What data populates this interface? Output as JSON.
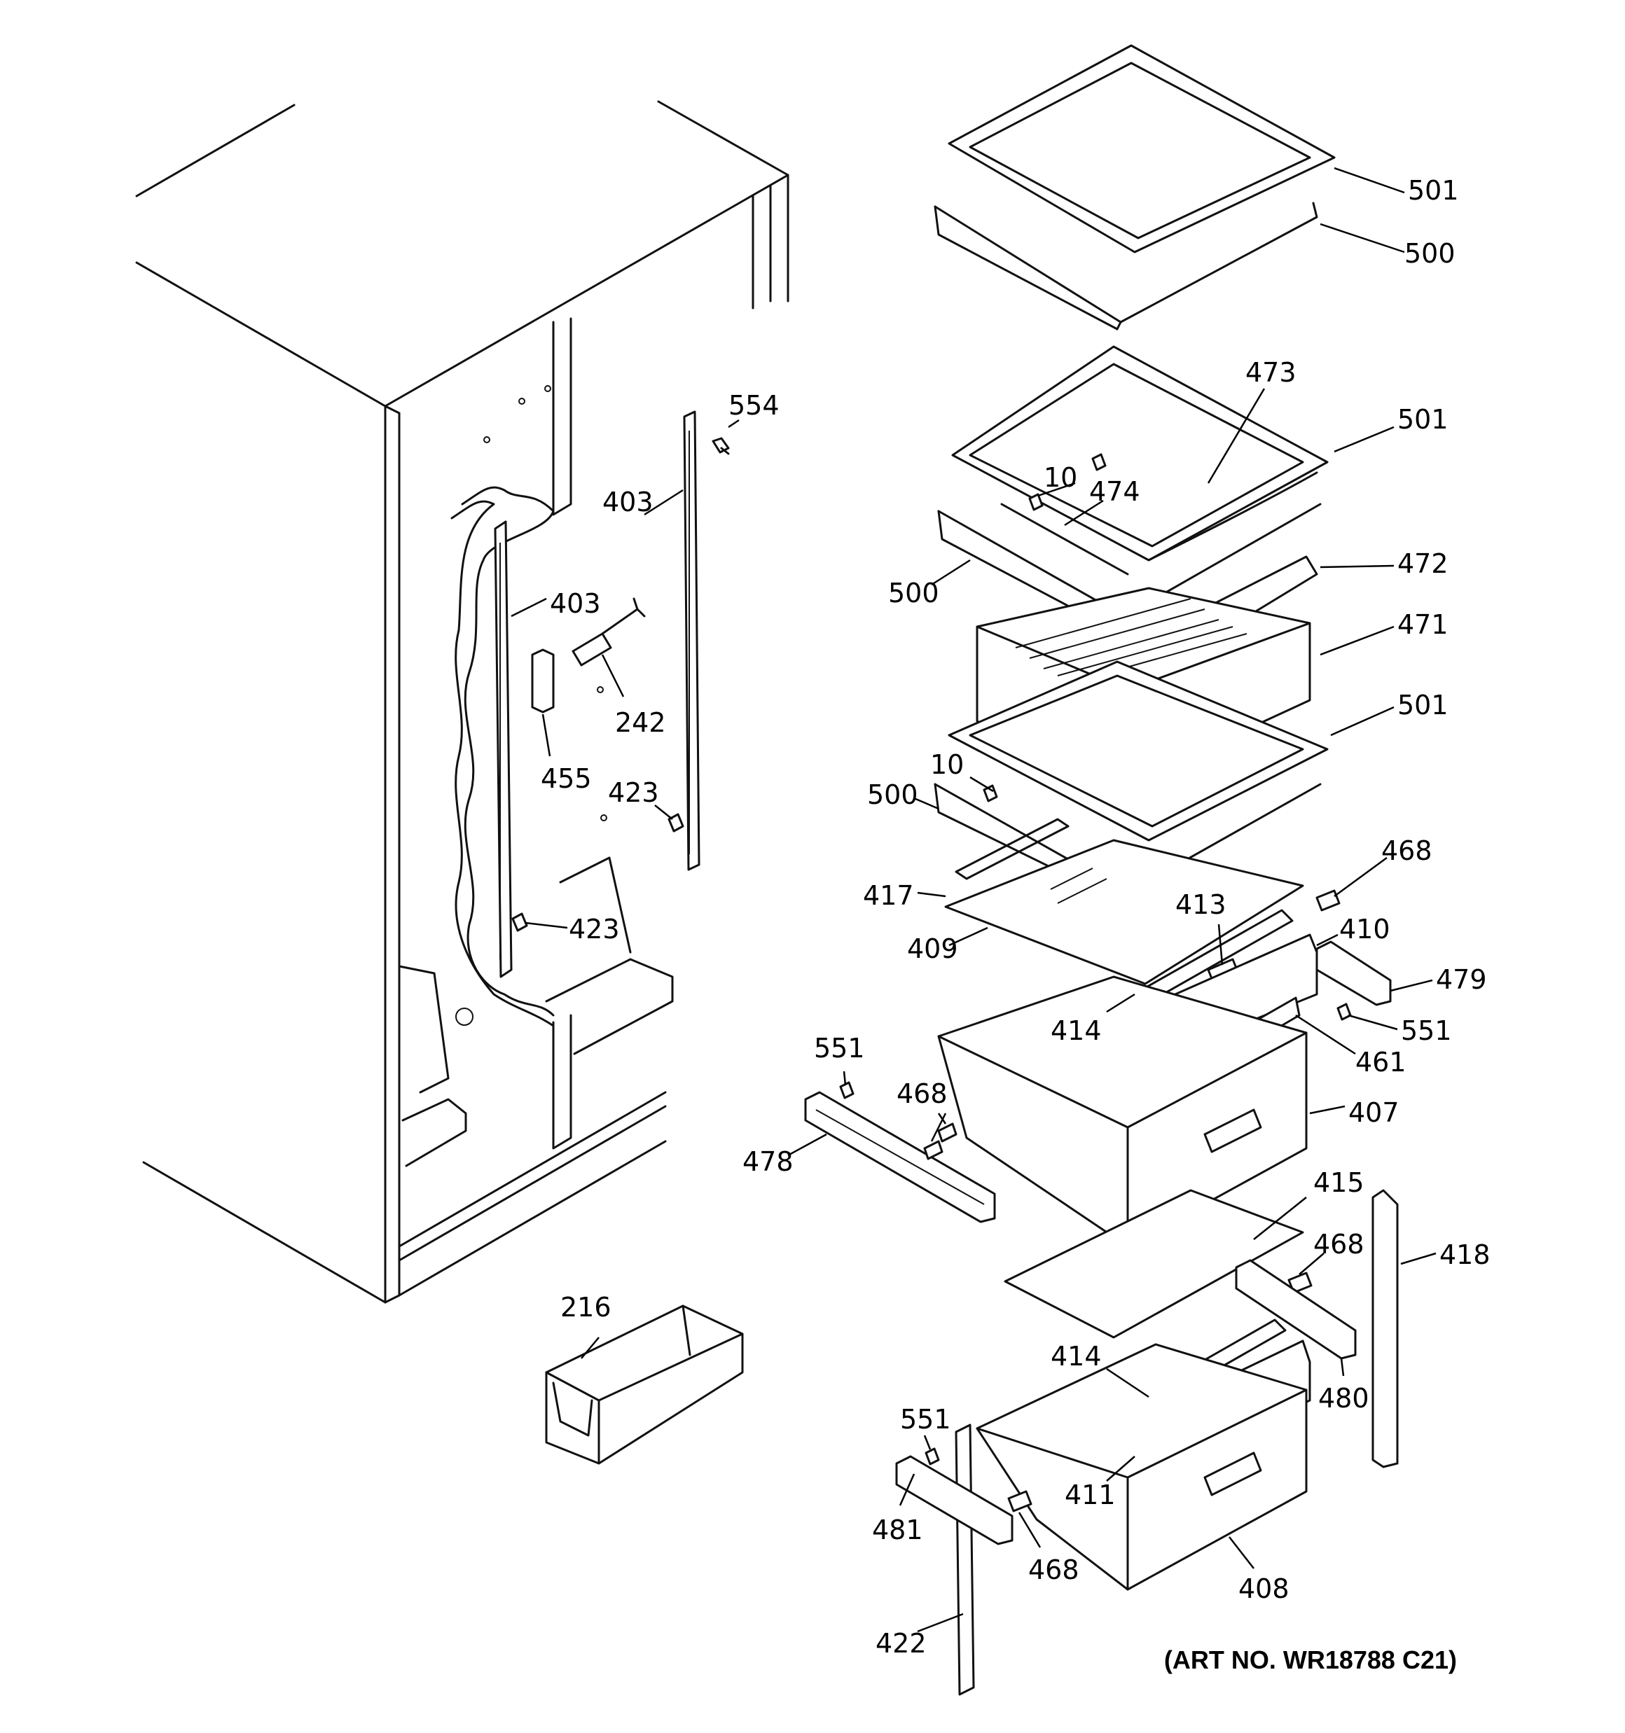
{
  "diagram": {
    "art_number": "(ART NO. WR18788 C21)",
    "callouts": [
      {
        "id": "c501a",
        "text": "501"
      },
      {
        "id": "c500a",
        "text": "500"
      },
      {
        "id": "c473",
        "text": "473"
      },
      {
        "id": "c501b",
        "text": "501"
      },
      {
        "id": "c10a",
        "text": "10"
      },
      {
        "id": "c474",
        "text": "474"
      },
      {
        "id": "c500b",
        "text": "500"
      },
      {
        "id": "c472",
        "text": "472"
      },
      {
        "id": "c471",
        "text": "471"
      },
      {
        "id": "c501c",
        "text": "501"
      },
      {
        "id": "c10b",
        "text": "10"
      },
      {
        "id": "c500c",
        "text": "500"
      },
      {
        "id": "c468a",
        "text": "468"
      },
      {
        "id": "c417",
        "text": "417"
      },
      {
        "id": "c413",
        "text": "413"
      },
      {
        "id": "c410",
        "text": "410"
      },
      {
        "id": "c479",
        "text": "479"
      },
      {
        "id": "c409",
        "text": "409"
      },
      {
        "id": "c414a",
        "text": "414"
      },
      {
        "id": "c551a",
        "text": "551"
      },
      {
        "id": "c461",
        "text": "461"
      },
      {
        "id": "c551b",
        "text": "551"
      },
      {
        "id": "c468b",
        "text": "468"
      },
      {
        "id": "c407",
        "text": "407"
      },
      {
        "id": "c478",
        "text": "478"
      },
      {
        "id": "c415",
        "text": "415"
      },
      {
        "id": "c468c",
        "text": "468"
      },
      {
        "id": "c418",
        "text": "418"
      },
      {
        "id": "c414b",
        "text": "414"
      },
      {
        "id": "c480",
        "text": "480"
      },
      {
        "id": "c551c",
        "text": "551"
      },
      {
        "id": "c411",
        "text": "411"
      },
      {
        "id": "c481",
        "text": "481"
      },
      {
        "id": "c468d",
        "text": "468"
      },
      {
        "id": "c408",
        "text": "408"
      },
      {
        "id": "c422",
        "text": "422"
      },
      {
        "id": "c216",
        "text": "216"
      },
      {
        "id": "c554",
        "text": "554"
      },
      {
        "id": "c403a",
        "text": "403"
      },
      {
        "id": "c403b",
        "text": "403"
      },
      {
        "id": "c242",
        "text": "242"
      },
      {
        "id": "c455",
        "text": "455"
      },
      {
        "id": "c423a",
        "text": "423"
      },
      {
        "id": "c423b",
        "text": "423"
      }
    ]
  }
}
